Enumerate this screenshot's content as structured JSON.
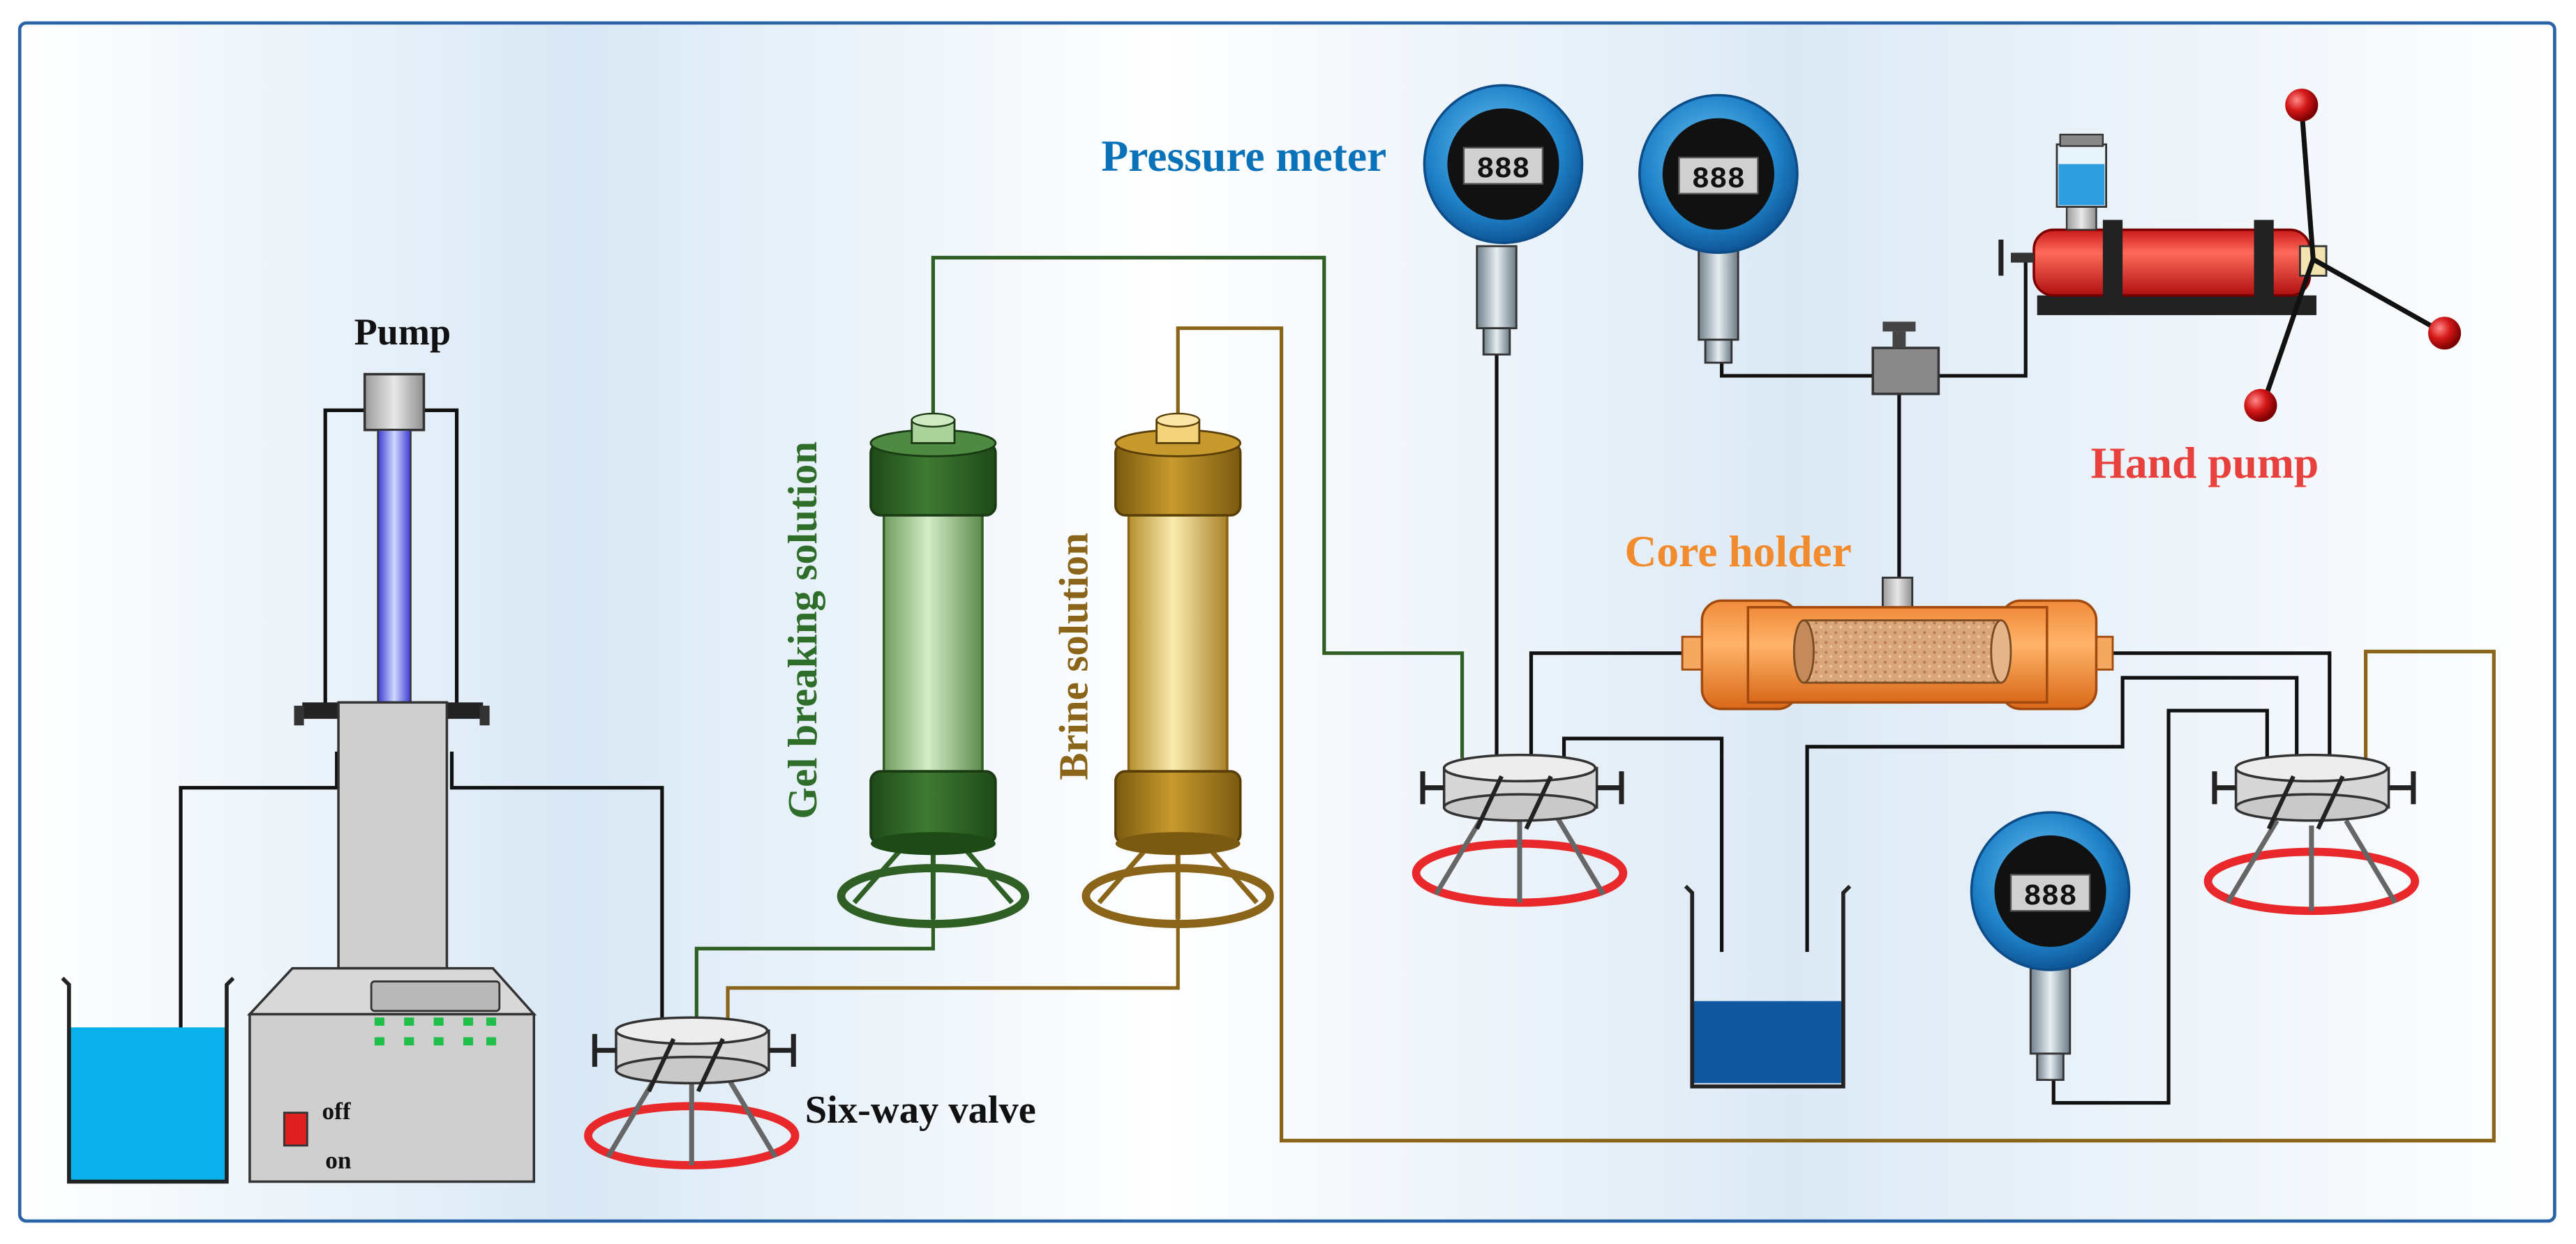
{
  "labels": {
    "pump": "Pump",
    "pressure_meter": "Pressure meter",
    "hand_pump": "Hand pump",
    "core_holder": "Core holder",
    "gel_breaking_solution": "Gel breaking solution",
    "brine_solution": "Brine solution",
    "six_way_valve": "Six-way valve",
    "switch_off": "off",
    "switch_on": "on"
  },
  "gauge_display": "888",
  "colors": {
    "label_blue": "#0a72b8",
    "label_red": "#e8403c",
    "label_orange": "#f28a2e",
    "label_green": "#2e6e2a",
    "label_brown": "#8a6418",
    "gel_line": "#2f5f24",
    "brine_line": "#8a6418",
    "valve_ring": "#e8282a",
    "water": "#0ab0ea",
    "beaker_liquid": "#0f58a0",
    "frame": "#2a64a4"
  }
}
